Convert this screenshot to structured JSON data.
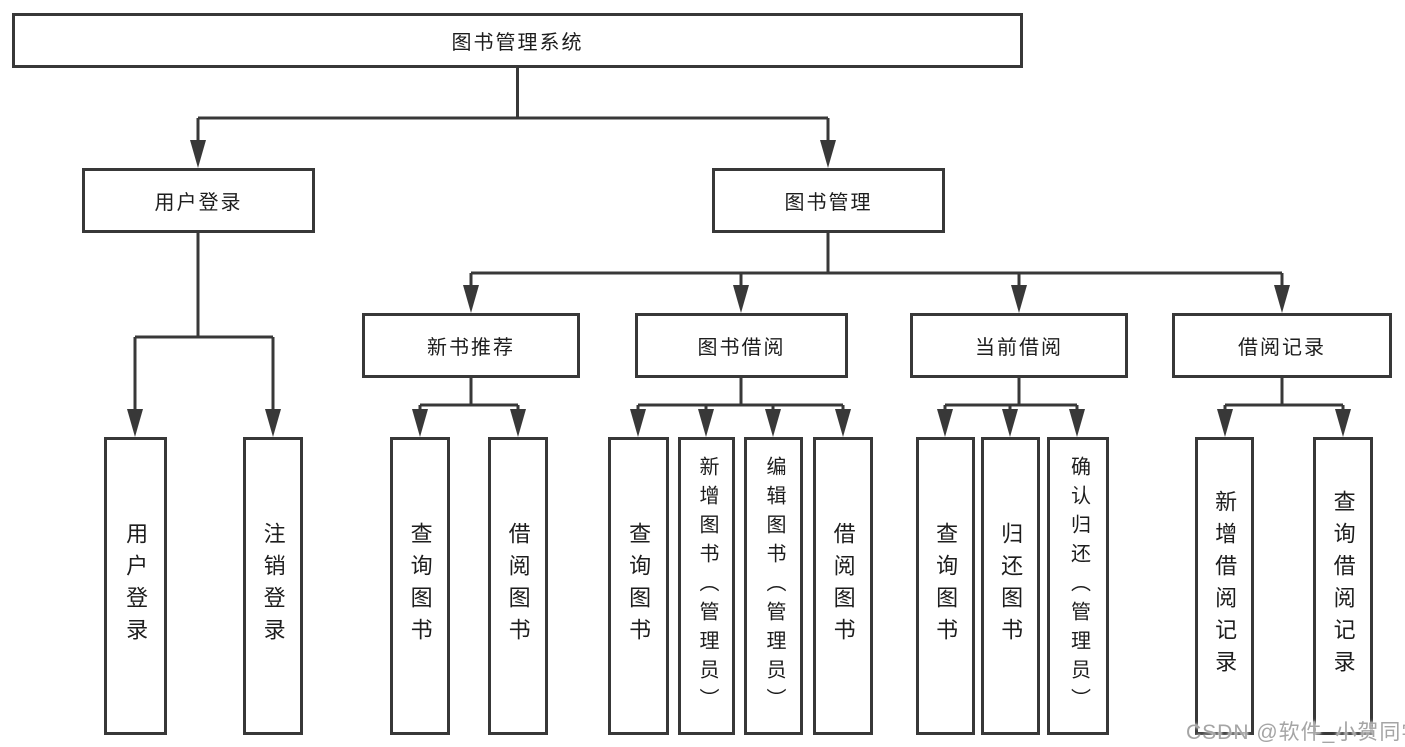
{
  "diagram_type": "hierarchy-tree",
  "colors": {
    "line": "#383838",
    "box_border": "#383838",
    "text": "#1d1d1d",
    "background": "#ffffff",
    "watermark": "#a5a5a5"
  },
  "watermark": "CSDN @软件_小贺同学",
  "nodes": {
    "root": "图书管理系统",
    "l2": [
      "用户登录",
      "图书管理"
    ],
    "l3": [
      "新书推荐",
      "图书借阅",
      "当前借阅",
      "借阅记录"
    ],
    "leaves": {
      "g1": [
        "用户登录",
        "注销登录"
      ],
      "g2": [
        "查询图书",
        "借阅图书"
      ],
      "g3": [
        "查询图书",
        "新增图书（管理员）",
        "编辑图书（管理员）",
        "借阅图书"
      ],
      "g4": [
        "查询图书",
        "归还图书",
        "确认归还（管理员）"
      ],
      "g5": [
        "新增借阅记录",
        "查询借阅记录"
      ]
    }
  },
  "hierarchy": {
    "图书管理系统": {
      "用户登录": [
        "用户登录",
        "注销登录"
      ],
      "图书管理": {
        "新书推荐": [
          "查询图书",
          "借阅图书"
        ],
        "图书借阅": [
          "查询图书",
          "新增图书（管理员）",
          "编辑图书（管理员）",
          "借阅图书"
        ],
        "当前借阅": [
          "查询图书",
          "归还图书",
          "确认归还（管理员）"
        ],
        "借阅记录": [
          "新增借阅记录",
          "查询借阅记录"
        ]
      }
    }
  }
}
